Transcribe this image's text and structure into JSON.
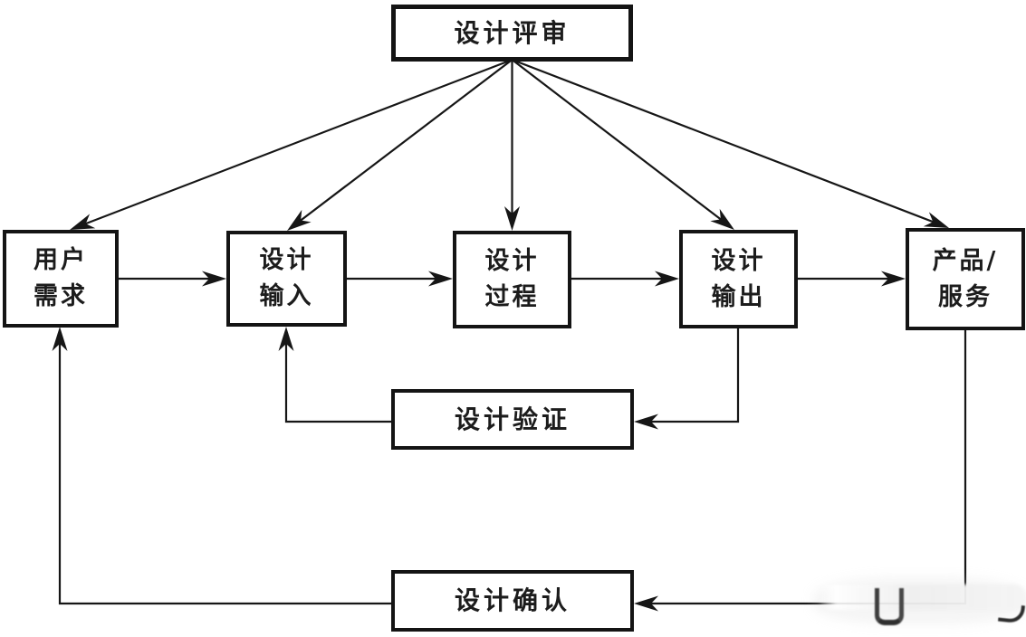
{
  "diagram": {
    "type": "flowchart",
    "background_color": "#ffffff",
    "line_color": "#161616",
    "nodes": {
      "design_review": {
        "label": "设计评审"
      },
      "user_requirements": {
        "line1": "用户",
        "line2": "需求"
      },
      "design_input": {
        "line1": "设计",
        "line2": "输入"
      },
      "design_process": {
        "line1": "设计",
        "line2": "过程"
      },
      "design_output": {
        "line1": "设计",
        "line2": "输出"
      },
      "product_service": {
        "line1": "产品/",
        "line2": "服务"
      },
      "design_verification": {
        "label": "设计验证"
      },
      "design_validation": {
        "label": "设计确认"
      }
    },
    "edges": [
      {
        "from": "design_review",
        "to": "user_requirements"
      },
      {
        "from": "design_review",
        "to": "design_input"
      },
      {
        "from": "design_review",
        "to": "design_process"
      },
      {
        "from": "design_review",
        "to": "design_output"
      },
      {
        "from": "design_review",
        "to": "product_service"
      },
      {
        "from": "user_requirements",
        "to": "design_input"
      },
      {
        "from": "design_input",
        "to": "design_process"
      },
      {
        "from": "design_process",
        "to": "design_output"
      },
      {
        "from": "design_output",
        "to": "product_service"
      },
      {
        "from": "design_output",
        "to": "design_verification"
      },
      {
        "from": "design_verification",
        "to": "design_input"
      },
      {
        "from": "product_service",
        "to": "design_validation"
      },
      {
        "from": "design_validation",
        "to": "user_requirements"
      }
    ]
  }
}
